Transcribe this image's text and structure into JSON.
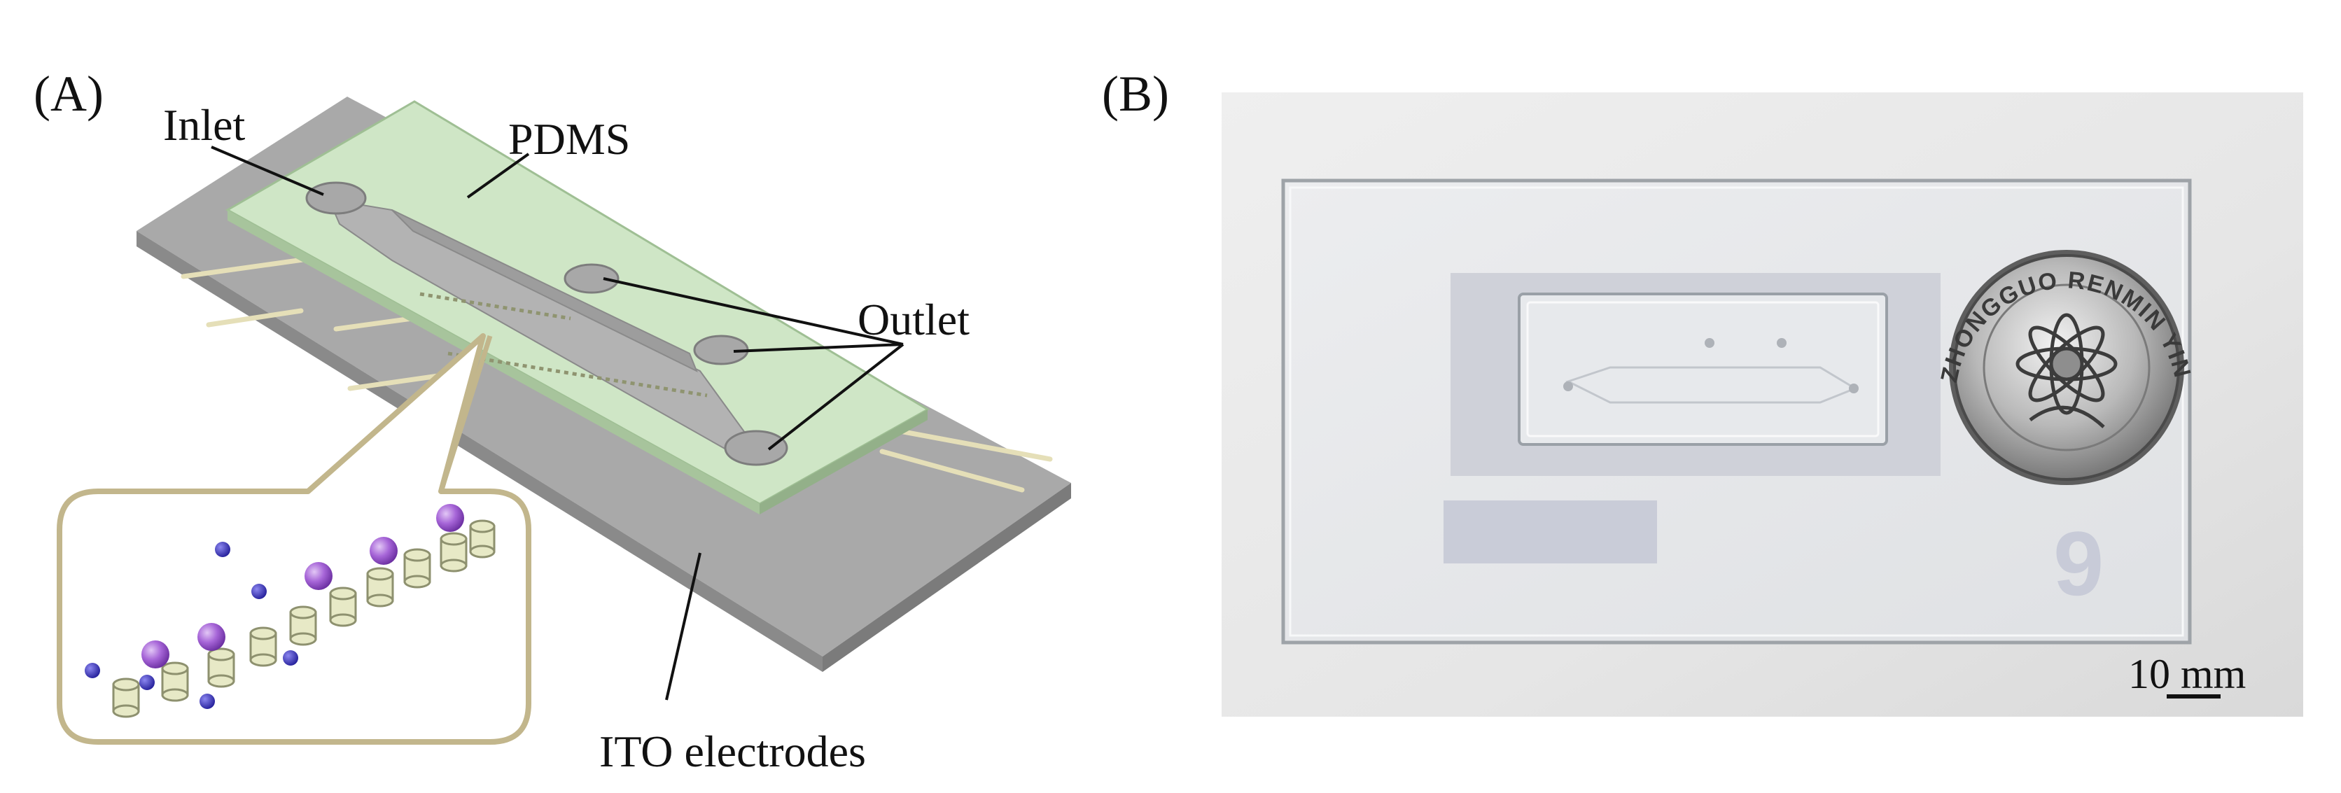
{
  "panel_a": {
    "label": "(A)",
    "callouts": {
      "inlet": "Inlet",
      "pdms": "PDMS",
      "outlet": "Outlet",
      "ito": "ITO electrodes"
    }
  },
  "panel_b": {
    "label": "(B)",
    "slide_number": "9",
    "scale_bar": "10 mm",
    "coin_text": "ZHONGGUO RENMIN YINHANG"
  },
  "colors": {
    "pdms": "#cfe6c6",
    "substrate": "#a7a7a7",
    "electrode": "#e5dfb8",
    "inset_border": "#c2b68c",
    "large_particle": "#9b59c8",
    "small_particle": "#2f2aa8",
    "pillar": "#e7e9c6"
  }
}
